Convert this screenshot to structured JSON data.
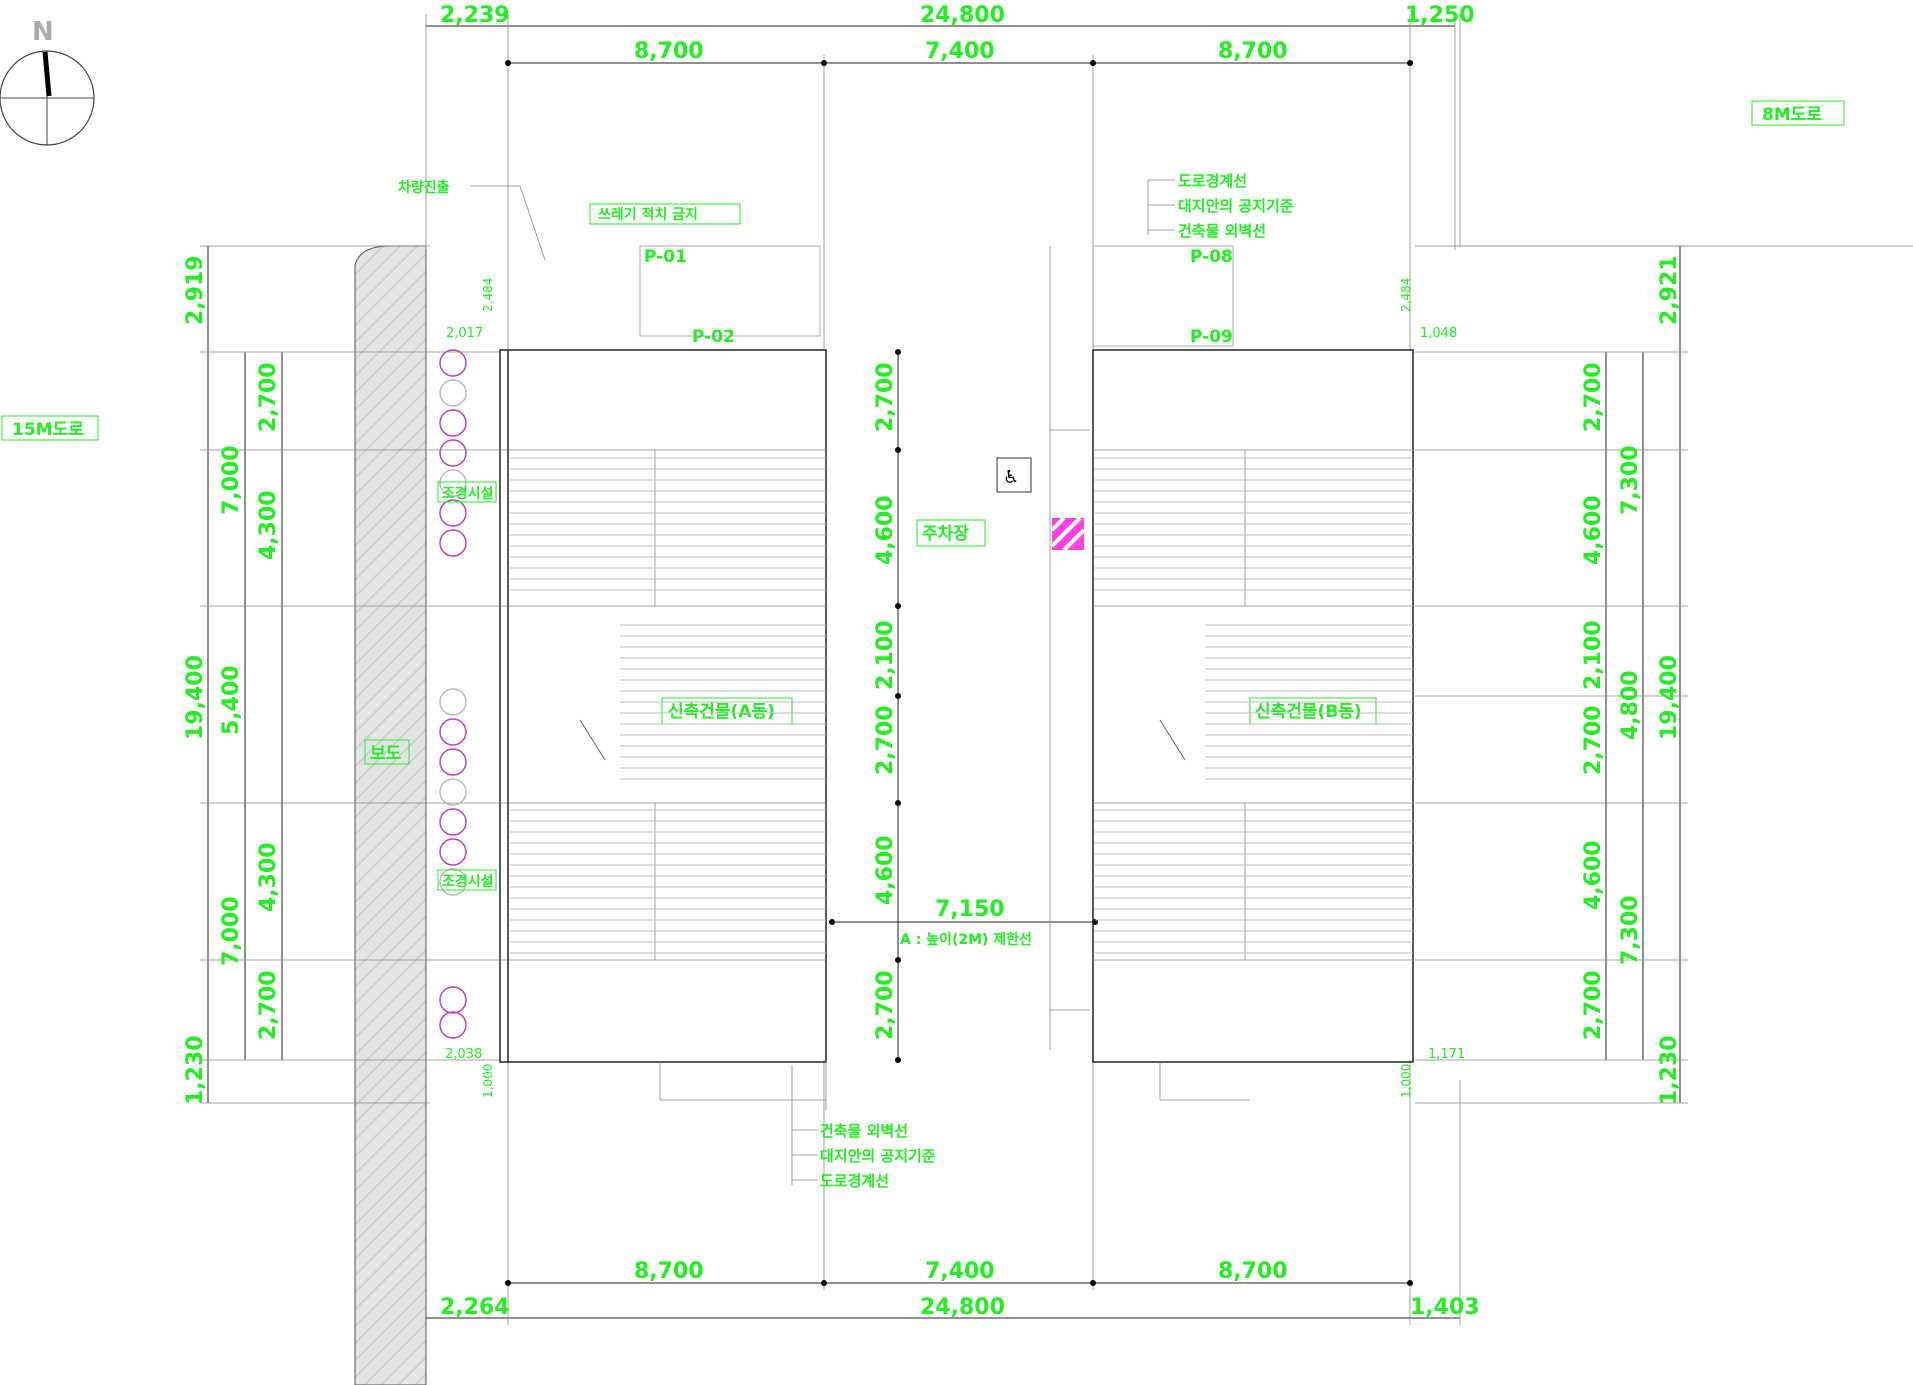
{
  "north": "N",
  "roads": {
    "left": "15M도로",
    "right": "8M도로"
  },
  "top_dims": {
    "left_off": "2,239",
    "total": "24,800",
    "right_off": "1,250",
    "seg1": "8,700",
    "seg2": "7,400",
    "seg3": "8,700"
  },
  "bottom_dims": {
    "left_off": "2,264",
    "total": "24,800",
    "right_off": "1,403",
    "seg1": "8,700",
    "seg2": "7,400",
    "seg3": "8,700"
  },
  "left_dims": {
    "top": "2,919",
    "a1": "2,700",
    "a2": "4,300",
    "a_total": "7,000",
    "mid": "5,400",
    "b1": "4,300",
    "b2": "2,700",
    "b_total": "7,000",
    "total": "19,400",
    "bottom": "1,230"
  },
  "right_dims": {
    "top": "2,921",
    "c1": "2,700",
    "c2": "4,600",
    "c_total": "7,300",
    "d1": "2,100",
    "d2": "2,700",
    "d_total": "4,800",
    "e1": "4,600",
    "e2": "2,700",
    "e_total": "7,300",
    "total": "19,400",
    "bottom": "1,230"
  },
  "center_dims": {
    "c1": "2,700",
    "c2": "4,600",
    "c3": "2,100",
    "c4": "2,700",
    "c5": "4,600",
    "c6": "2,700",
    "between": "7,150"
  },
  "labels": {
    "access": "차량진출",
    "no_trash": "쓰레기 적치 금지",
    "sidewalk": "보도",
    "landscape1": "조경시설",
    "landscape2": "조경시설",
    "parking": "주차장",
    "building_a": "신축건물(A동)",
    "building_b": "신축건물(B동)",
    "separation": "A : 높이(2M) 제한선",
    "p01": "P-01",
    "p02": "P-02",
    "p08": "P-08",
    "p09": "P-09",
    "legend_top": [
      "도로경계선",
      "대지안의 공지기준",
      "건축물 외벽선"
    ],
    "legend_bottom": [
      "건축물 외벽선",
      "대지안의 공지기준",
      "도로경계선"
    ]
  },
  "small_dims": {
    "s1": "2,017",
    "s2": "2,484",
    "s3": "1,048",
    "s4": "2,484",
    "s5": "2,038",
    "s6": "1,000",
    "s7": "1,171",
    "s8": "1,000"
  }
}
